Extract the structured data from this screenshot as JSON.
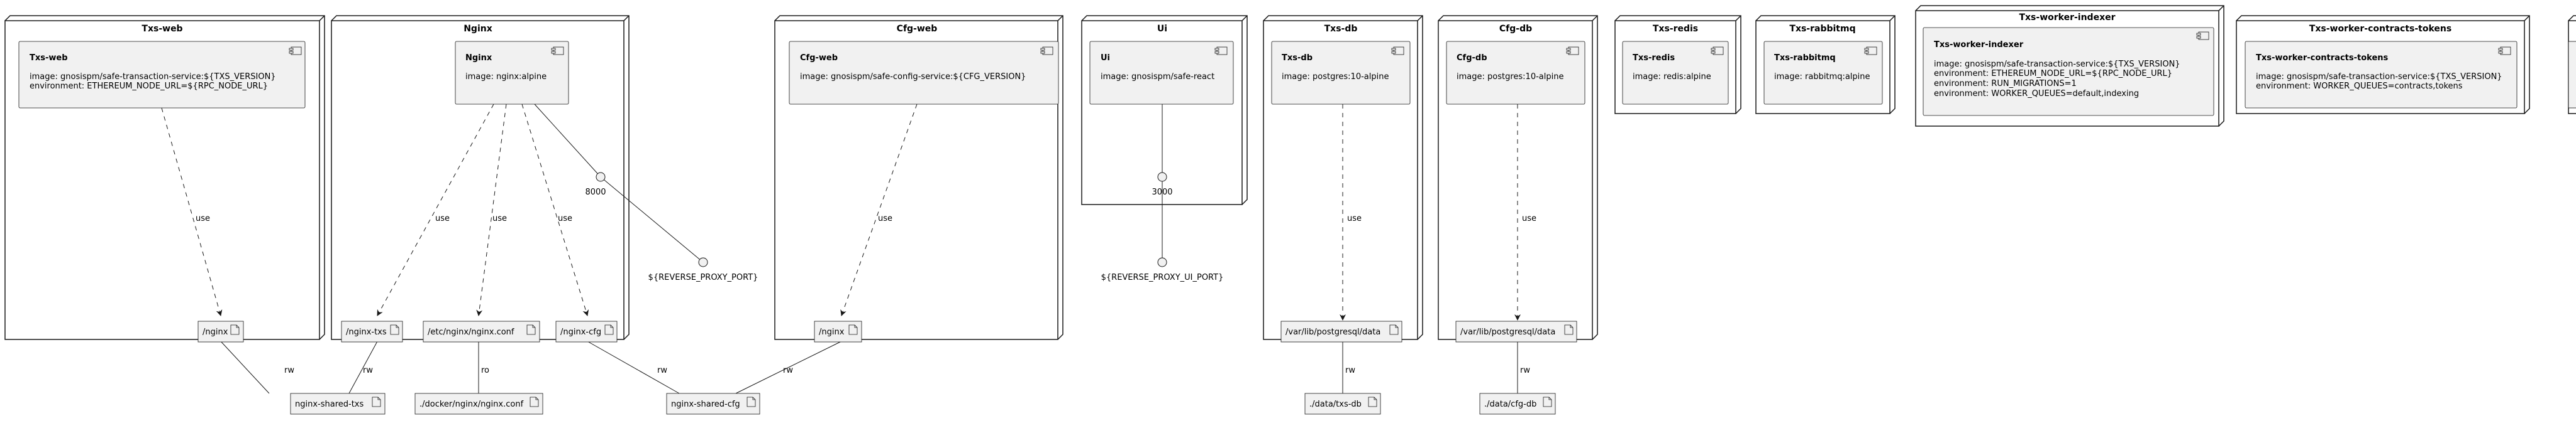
{
  "nodes": [
    {
      "id": "txs-web",
      "title": "Txs-web"
    },
    {
      "id": "nginx",
      "title": "Nginx"
    },
    {
      "id": "cfg-web",
      "title": "Cfg-web"
    },
    {
      "id": "ui",
      "title": "Ui"
    },
    {
      "id": "txs-db",
      "title": "Txs-db"
    },
    {
      "id": "cfg-db",
      "title": "Cfg-db"
    },
    {
      "id": "txs-redis",
      "title": "Txs-redis"
    },
    {
      "id": "txs-rabbitmq",
      "title": "Txs-rabbitmq"
    },
    {
      "id": "txs-worker-indexer",
      "title": "Txs-worker-indexer"
    },
    {
      "id": "txs-worker-contracts-tokens",
      "title": "Txs-worker-contracts-tokens"
    }
  ],
  "components": [
    {
      "id": "c-txs-web",
      "title": "Txs-web",
      "lines": [
        "image: gnosispm/safe-transaction-service:${TXS_VERSION}",
        "environment: ETHEREUM_NODE_URL=${RPC_NODE_URL}"
      ]
    },
    {
      "id": "c-nginx",
      "title": "Nginx",
      "lines": [
        "image: nginx:alpine"
      ]
    },
    {
      "id": "c-cfg-web",
      "title": "Cfg-web",
      "lines": [
        "image: gnosispm/safe-config-service:${CFG_VERSION}"
      ]
    },
    {
      "id": "c-ui",
      "title": "Ui",
      "lines": [
        "image: gnosispm/safe-react"
      ]
    },
    {
      "id": "c-txs-db",
      "title": "Txs-db",
      "lines": [
        "image: postgres:10-alpine"
      ]
    },
    {
      "id": "c-cfg-db",
      "title": "Cfg-db",
      "lines": [
        "image: postgres:10-alpine"
      ]
    },
    {
      "id": "c-txs-redis",
      "title": "Txs-redis",
      "lines": [
        "image: redis:alpine"
      ]
    },
    {
      "id": "c-txs-rabbitmq",
      "title": "Txs-rabbitmq",
      "lines": [
        "image: rabbitmq:alpine"
      ]
    },
    {
      "id": "c-txs-worker-indexer",
      "title": "Txs-worker-indexer",
      "lines": [
        "image: gnosispm/safe-transaction-service:${TXS_VERSION}",
        "environment: ETHEREUM_NODE_URL=${RPC_NODE_URL}",
        "environment: RUN_MIGRATIONS=1",
        "environment: WORKER_QUEUES=default,indexing"
      ]
    },
    {
      "id": "c-txs-worker-contracts-tokens",
      "title": "Txs-worker-contracts-tokens",
      "lines": [
        "image: gnosispm/safe-transaction-service:${TXS_VERSION}",
        "environment: WORKER_QUEUES=contracts,tokens"
      ]
    }
  ],
  "files": [
    {
      "id": "f-txs-web-nginx",
      "label": "/nginx"
    },
    {
      "id": "f-nginx-txs",
      "label": "/nginx-txs"
    },
    {
      "id": "f-nginx-conf",
      "label": "/etc/nginx/nginx.conf"
    },
    {
      "id": "f-nginx-cfg",
      "label": "/nginx-cfg"
    },
    {
      "id": "f-cfg-web-nginx",
      "label": "/nginx"
    },
    {
      "id": "f-txs-db-data",
      "label": "/var/lib/postgresql/data"
    },
    {
      "id": "f-cfg-db-data",
      "label": "/var/lib/postgresql/data"
    },
    {
      "id": "f-shared-txs",
      "label": "nginx-shared-txs"
    },
    {
      "id": "f-docker-conf",
      "label": "./docker/nginx/nginx.conf"
    },
    {
      "id": "f-shared-cfg",
      "label": "nginx-shared-cfg"
    },
    {
      "id": "f-data-txs-db",
      "label": "./data/txs-db"
    },
    {
      "id": "f-data-cfg-db",
      "label": "./data/cfg-db"
    }
  ],
  "interfaces": [
    {
      "id": "i-8000",
      "label": "8000"
    },
    {
      "id": "i-reverse-proxy-port",
      "label": "${REVERSE_PROXY_PORT}"
    },
    {
      "id": "i-3000",
      "label": "3000"
    },
    {
      "id": "i-reverse-proxy-ui-port",
      "label": "${REVERSE_PROXY_UI_PORT}"
    }
  ],
  "edge_labels": {
    "use": "use",
    "rw": "rw",
    "ro": "ro"
  }
}
